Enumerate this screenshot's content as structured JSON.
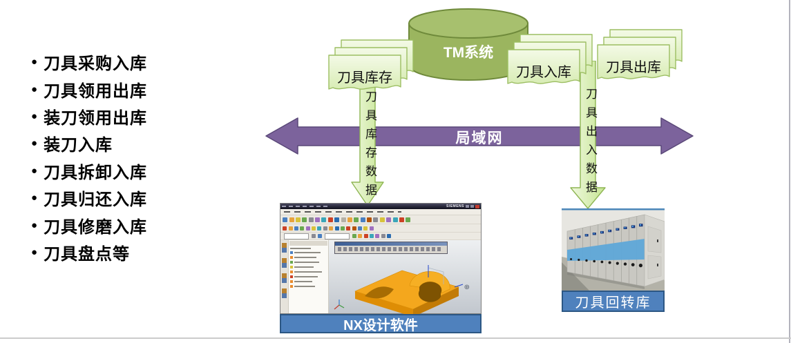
{
  "features_list": {
    "items": [
      "刀具采购入库",
      "刀具领用出库",
      "装刀领用出库",
      "装刀入库",
      "刀具拆卸入库",
      "刀具归还入库",
      "刀具修磨入库",
      "刀具盘点等"
    ],
    "bullet": "●"
  },
  "tm_system": {
    "label": "TM系统",
    "fill_color": "#9BB55F",
    "border_color": "#6F8A3B"
  },
  "doc_stacks": [
    {
      "label": "刀具库存"
    },
    {
      "label": "刀具入库"
    },
    {
      "label": "刀具出库"
    }
  ],
  "lan_arrow": {
    "label": "局域网",
    "fill_color": "#7C639C"
  },
  "data_flows": {
    "left_label": "刀具库存数据",
    "right_label": "刀具出入数据",
    "arrow_fill": "#DCEFB5",
    "arrow_border": "#8FB654"
  },
  "nx_window": {
    "brand": "SIEMENS",
    "banner_label": "NX设计软件",
    "banner_color": "#4F81BD"
  },
  "tool_storage": {
    "banner_label": "刀具回转库",
    "banner_color": "#4F81BD"
  }
}
